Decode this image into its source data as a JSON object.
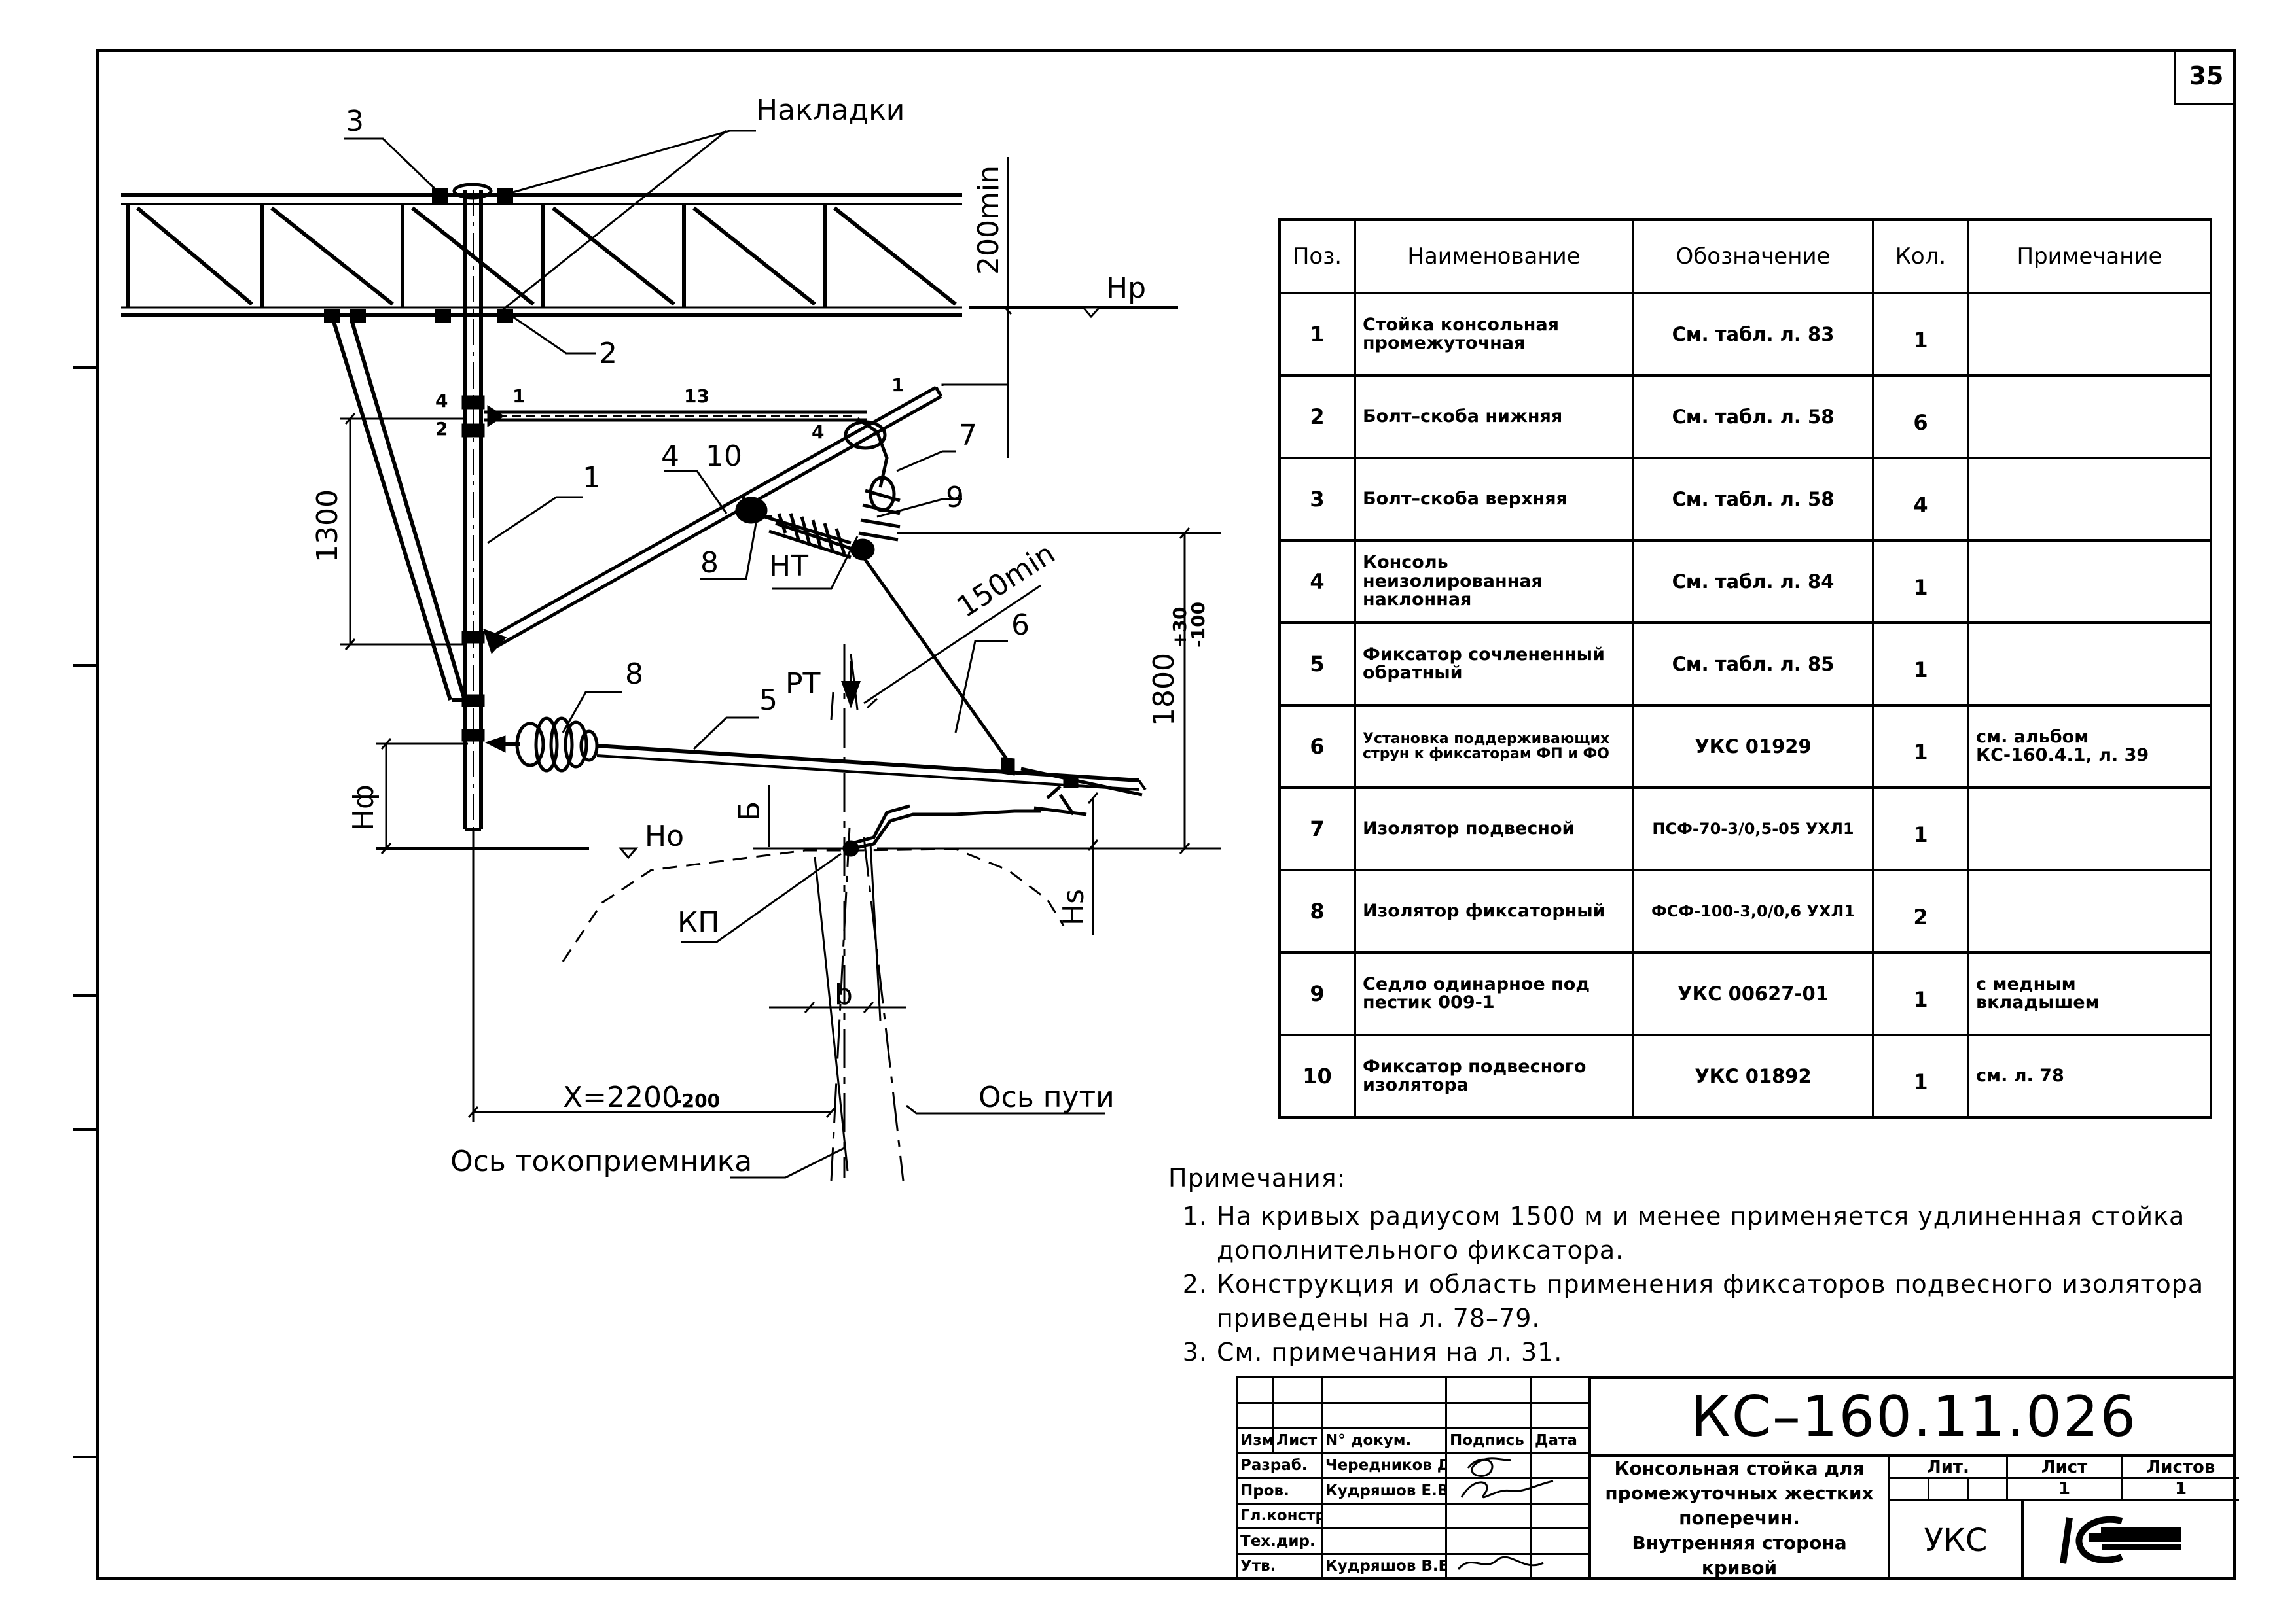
{
  "sheet_number": "35",
  "drawing": {
    "labels": {
      "overlays": "Накладки",
      "top_clearance": "200min",
      "hp": "Нр",
      "dim_1300": "1300",
      "clearance_150": "150min",
      "height_1800": "1800",
      "height_1800_tol_upper": "+30",
      "height_1800_tol_lower": "-100",
      "ht": "НТ",
      "pt": "РТ",
      "b_cyr": "Б",
      "h_phi": "Нф",
      "h0": "Но",
      "kp": "КП",
      "hs": "Нs",
      "b_lat": "b",
      "x_main": "X=2200",
      "x_tol": "-200",
      "track_axis": "Ось пути",
      "pantograph_axis": "Ось токоприемника"
    },
    "callouts": [
      "3",
      "2",
      "1",
      "4",
      "10",
      "8",
      "7",
      "9",
      "6",
      "8",
      "5"
    ],
    "small_marks": [
      "4",
      "2",
      "1",
      "13",
      "4",
      "1"
    ]
  },
  "spec_table": {
    "headers": [
      "Поз.",
      "Наименование",
      "Обозначение",
      "Кол.",
      "Примечание"
    ],
    "rows": [
      {
        "pos": "1",
        "name": "Стойка консольная промежуточная",
        "designation": "См. табл. л. 83",
        "qty": "1",
        "note": ""
      },
      {
        "pos": "2",
        "name": "Болт–скоба нижняя",
        "designation": "См. табл. л. 58",
        "qty": "6",
        "note": ""
      },
      {
        "pos": "3",
        "name": "Болт–скоба верхняя",
        "designation": "См. табл. л. 58",
        "qty": "4",
        "note": ""
      },
      {
        "pos": "4",
        "name": "Консоль неизолированная наклонная",
        "designation": "См. табл. л. 84",
        "qty": "1",
        "note": ""
      },
      {
        "pos": "5",
        "name": "Фиксатор сочлененный обратный",
        "designation": "См. табл. л. 85",
        "qty": "1",
        "note": ""
      },
      {
        "pos": "6",
        "name": "Установка поддерживающих струн к фиксаторам ФП и ФО",
        "designation": "УКС 01929",
        "qty": "1",
        "note": "см. альбом КС-160.4.1, л. 39"
      },
      {
        "pos": "7",
        "name": "Изолятор подвесной",
        "designation": "ПСФ-70-3/0,5-05 УХЛ1",
        "qty": "1",
        "note": ""
      },
      {
        "pos": "8",
        "name": "Изолятор фиксаторный",
        "designation": "ФСФ-100-3,0/0,6 УХЛ1",
        "qty": "2",
        "note": ""
      },
      {
        "pos": "9",
        "name": "Седло одинарное под пестик 009-1",
        "designation": "УКС 00627-01",
        "qty": "1",
        "note": "с медным вкладышем"
      },
      {
        "pos": "10",
        "name": "Фиксатор подвесного изолятора",
        "designation": "УКС 01892",
        "qty": "1",
        "note": "см. л. 78"
      }
    ]
  },
  "notes": {
    "title": "Примечания:",
    "items": [
      {
        "num": "1.",
        "text": "На кривых радиусом 1500 м и менее применяется удлиненная стойка дополнительного фиксатора."
      },
      {
        "num": "2.",
        "text": "Конструкция и область применения фиксаторов подвесного изолятора приведены на л. 78–79."
      },
      {
        "num": "3.",
        "text": "См. примечания на л. 31."
      }
    ]
  },
  "title_block": {
    "doc_code": "КС–160.11.026",
    "headers": {
      "izm": "Изм.",
      "list": "Лист",
      "doc_no": "N° докум.",
      "sign": "Подпись",
      "date": "Дата"
    },
    "roles": [
      {
        "role": "Разраб.",
        "name": "Чередников Д.И."
      },
      {
        "role": "Пров.",
        "name": "Кудряшов Е.В."
      },
      {
        "role": "Гл.констр.",
        "name": ""
      },
      {
        "role": "Тех.дир.",
        "name": ""
      },
      {
        "role": "Утв.",
        "name": "Кудряшов В.Е."
      }
    ],
    "description": [
      "Консольная стойка для",
      "промежуточных жестких поперечин.",
      "Внутренняя сторона кривой"
    ],
    "lit_label": "Лит.",
    "sheet_label": "Лист",
    "sheets_label": "Листов",
    "sheet_value": "1",
    "sheets_value": "1",
    "organization": "УКС"
  }
}
